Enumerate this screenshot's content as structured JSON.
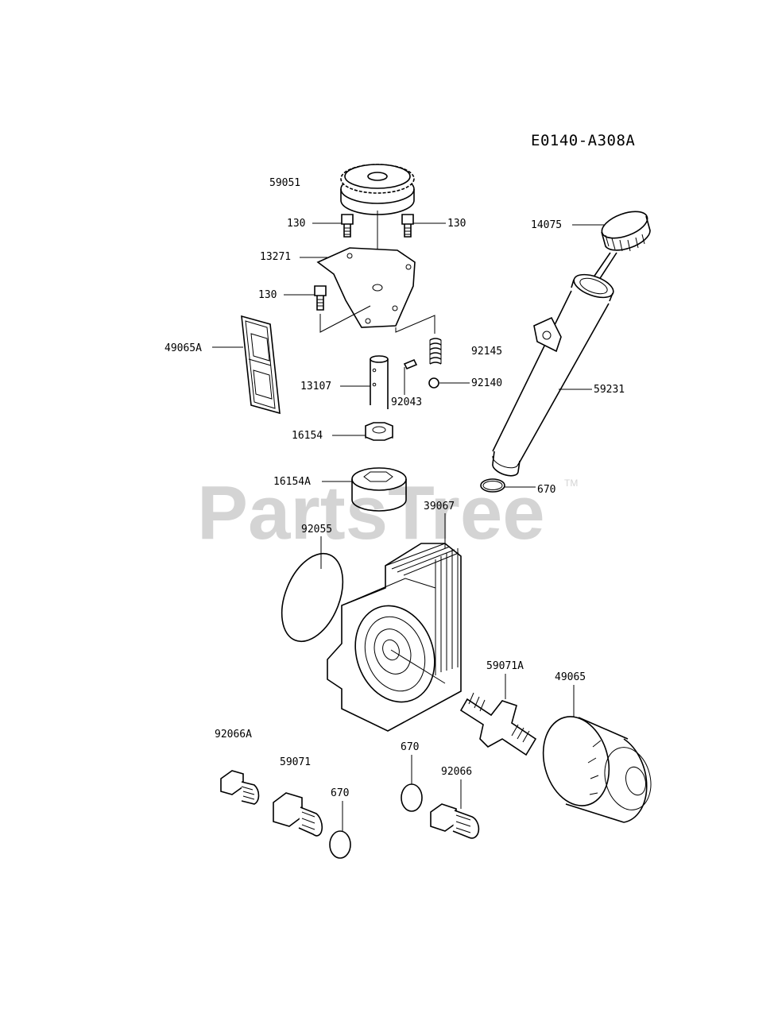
{
  "diagram_code": "E0140-A308A",
  "watermark": {
    "text": "PartsTree",
    "trademark": "TM"
  },
  "parts": [
    {
      "id": "59051",
      "label": "59051",
      "icon": "gear-icon"
    },
    {
      "id": "130-a",
      "label": "130",
      "icon": "bolt-icon"
    },
    {
      "id": "130-b",
      "label": "130",
      "icon": "bolt-icon"
    },
    {
      "id": "13271",
      "label": "13271",
      "icon": "plate-icon"
    },
    {
      "id": "130-c",
      "label": "130",
      "icon": "bolt-icon"
    },
    {
      "id": "49065A",
      "label": "49065A",
      "icon": "screen-filter-icon"
    },
    {
      "id": "92145",
      "label": "92145",
      "icon": "spring-icon"
    },
    {
      "id": "13107",
      "label": "13107",
      "icon": "shaft-icon"
    },
    {
      "id": "92043",
      "label": "92043",
      "icon": "pin-icon"
    },
    {
      "id": "92140",
      "label": "92140",
      "icon": "ball-icon"
    },
    {
      "id": "16154",
      "label": "16154",
      "icon": "inner-rotor-icon"
    },
    {
      "id": "16154A",
      "label": "16154A",
      "icon": "outer-rotor-icon"
    },
    {
      "id": "14075",
      "label": "14075",
      "icon": "cap-icon"
    },
    {
      "id": "59231",
      "label": "59231",
      "icon": "filler-tube-icon"
    },
    {
      "id": "670-a",
      "label": "670",
      "icon": "o-ring-icon"
    },
    {
      "id": "39067",
      "label": "39067",
      "icon": "oil-cooler-icon"
    },
    {
      "id": "92055",
      "label": "92055",
      "icon": "o-ring-icon"
    },
    {
      "id": "59071A",
      "label": "59071A",
      "icon": "fitting-icon"
    },
    {
      "id": "49065",
      "label": "49065",
      "icon": "oil-filter-icon"
    },
    {
      "id": "92066A",
      "label": "92066A",
      "icon": "plug-icon"
    },
    {
      "id": "59071",
      "label": "59071",
      "icon": "fitting-icon"
    },
    {
      "id": "670-b",
      "label": "670",
      "icon": "o-ring-icon"
    },
    {
      "id": "670-c",
      "label": "670",
      "icon": "o-ring-icon"
    },
    {
      "id": "92066",
      "label": "92066",
      "icon": "plug-icon"
    }
  ]
}
